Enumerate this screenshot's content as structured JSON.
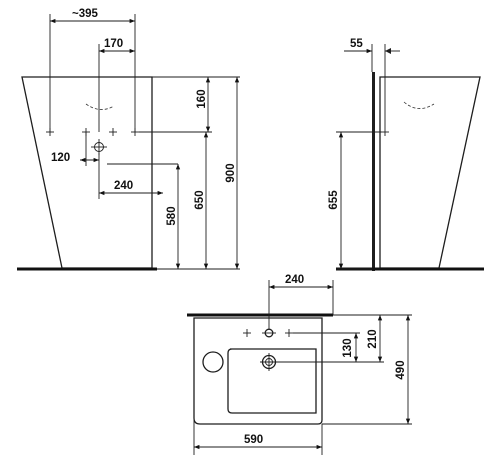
{
  "front_view": {
    "width_to_axis": "~395",
    "hole_spacing": "170",
    "top_to_holes": "160",
    "total_height": "900",
    "waste_offset": "120",
    "inlet_spacing": "240",
    "waste_height": "580",
    "inlet_height": "650"
  },
  "side_view": {
    "wall_gap": "55",
    "inlet_height": "655"
  },
  "top_view": {
    "hole_spacing": "240",
    "depth_to_tap": "210",
    "depth_to_drain": "130",
    "total_depth": "490",
    "total_width": "590"
  }
}
